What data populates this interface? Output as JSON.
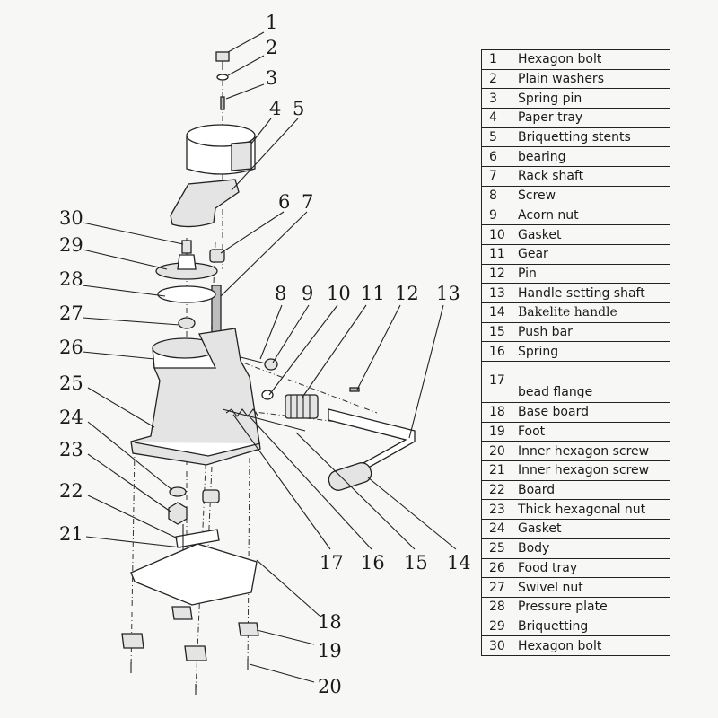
{
  "diagram": {
    "callouts": [
      {
        "id": "c1",
        "text": "1"
      },
      {
        "id": "c2",
        "text": "2"
      },
      {
        "id": "c3",
        "text": "3"
      },
      {
        "id": "c4",
        "text": "4"
      },
      {
        "id": "c5",
        "text": "5"
      },
      {
        "id": "c6",
        "text": "6"
      },
      {
        "id": "c7",
        "text": "7"
      },
      {
        "id": "c8",
        "text": "8"
      },
      {
        "id": "c9",
        "text": "9"
      },
      {
        "id": "c10",
        "text": "10"
      },
      {
        "id": "c11",
        "text": "11"
      },
      {
        "id": "c12",
        "text": "12"
      },
      {
        "id": "c13",
        "text": "13"
      },
      {
        "id": "c14",
        "text": "14"
      },
      {
        "id": "c15",
        "text": "15"
      },
      {
        "id": "c16",
        "text": "16"
      },
      {
        "id": "c17",
        "text": "17"
      },
      {
        "id": "c18",
        "text": "18"
      },
      {
        "id": "c19",
        "text": "19"
      },
      {
        "id": "c20",
        "text": "20"
      },
      {
        "id": "c21",
        "text": "21"
      },
      {
        "id": "c22",
        "text": "22"
      },
      {
        "id": "c23",
        "text": "23"
      },
      {
        "id": "c24",
        "text": "24"
      },
      {
        "id": "c25",
        "text": "25"
      },
      {
        "id": "c26",
        "text": "26"
      },
      {
        "id": "c27",
        "text": "27"
      },
      {
        "id": "c28",
        "text": "28"
      },
      {
        "id": "c29",
        "text": "29"
      },
      {
        "id": "c30",
        "text": "30"
      }
    ]
  },
  "parts": [
    {
      "no": "1",
      "name": "Hexagon bolt"
    },
    {
      "no": "2",
      "name": "Plain washers"
    },
    {
      "no": "3",
      "name": "Spring pin"
    },
    {
      "no": "4",
      "name": "Paper tray"
    },
    {
      "no": "5",
      "name": "Briquetting stents"
    },
    {
      "no": "6",
      "name": "bearing"
    },
    {
      "no": "7",
      "name": "Rack shaft"
    },
    {
      "no": "8",
      "name": "Screw"
    },
    {
      "no": "9",
      "name": "Acorn nut"
    },
    {
      "no": "10",
      "name": "Gasket"
    },
    {
      "no": "11",
      "name": "Gear"
    },
    {
      "no": "12",
      "name": "Pin"
    },
    {
      "no": "13",
      "name": "Handle setting shaft"
    },
    {
      "no": "14",
      "name": "Bakelite handle"
    },
    {
      "no": "15",
      "name": "Push bar"
    },
    {
      "no": "16",
      "name": "Spring"
    },
    {
      "no": "17",
      "name": "bead flange"
    },
    {
      "no": "18",
      "name": "Base board"
    },
    {
      "no": "19",
      "name": "Foot"
    },
    {
      "no": "20",
      "name": "Inner hexagon screw"
    },
    {
      "no": "21",
      "name": "Inner hexagon screw"
    },
    {
      "no": "22",
      "name": "Board"
    },
    {
      "no": "23",
      "name": "Thick hexagonal nut"
    },
    {
      "no": "24",
      "name": "Gasket"
    },
    {
      "no": "25",
      "name": "Body"
    },
    {
      "no": "26",
      "name": "Food tray"
    },
    {
      "no": "27",
      "name": "Swivel nut"
    },
    {
      "no": "28",
      "name": "Pressure plate"
    },
    {
      "no": "29",
      "name": "Briquetting"
    },
    {
      "no": "30",
      "name": "Hexagon bolt"
    }
  ]
}
